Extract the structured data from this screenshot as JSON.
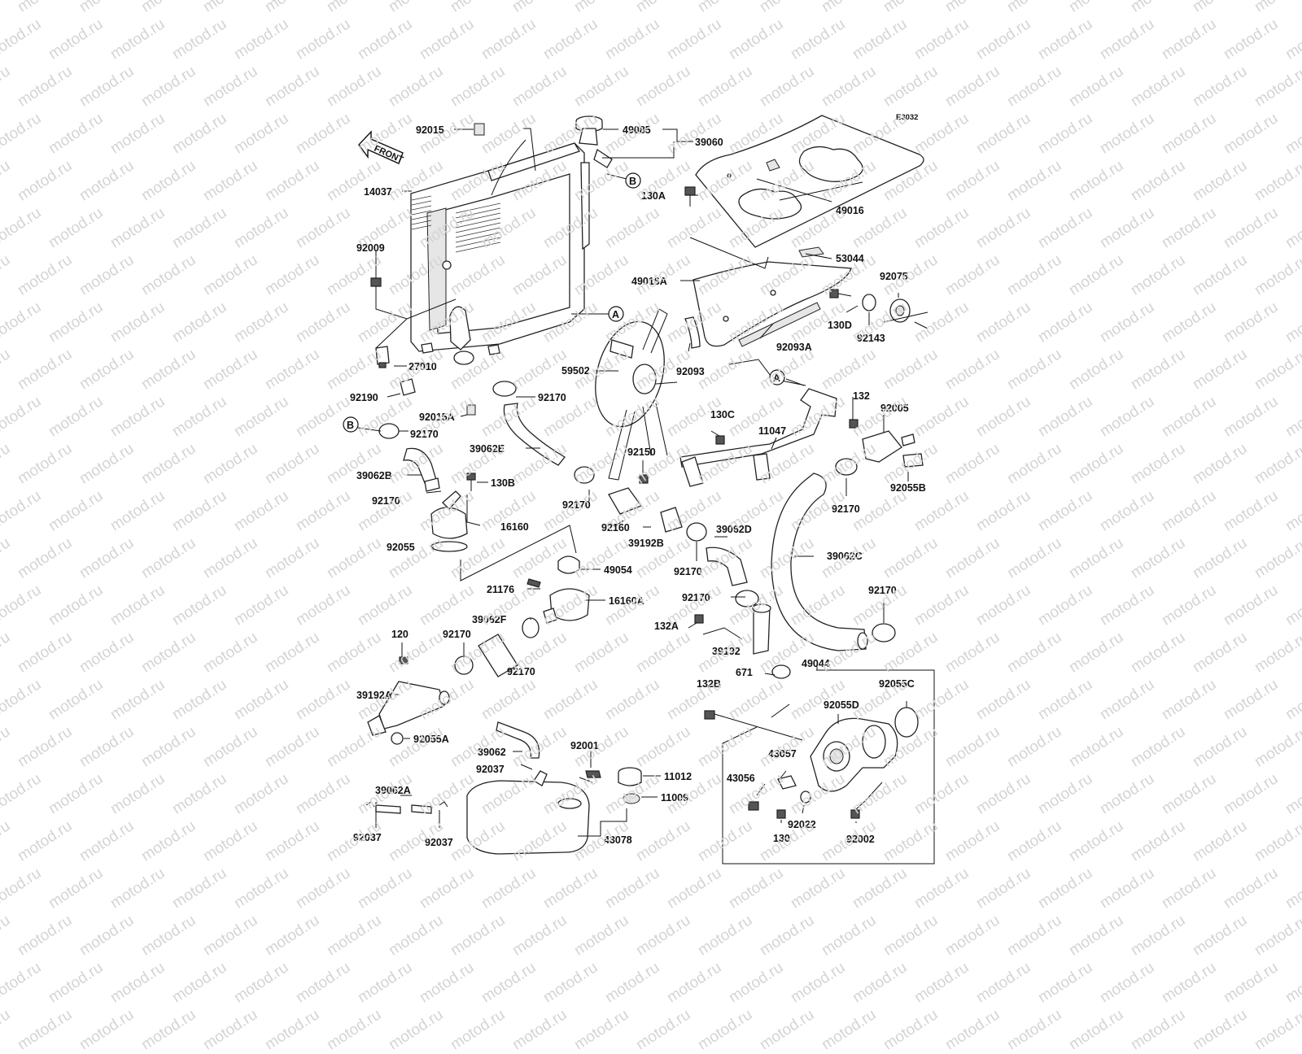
{
  "diagram": {
    "code": "E3032",
    "front_label": "FRONT",
    "watermark": "motod.ru",
    "callouts": [
      {
        "id": "A1",
        "text": "A"
      },
      {
        "id": "A2",
        "text": "A"
      },
      {
        "id": "B1",
        "text": "B"
      },
      {
        "id": "B2",
        "text": "B"
      }
    ],
    "labels": {
      "p92015": "92015",
      "p49085": "49085",
      "p39060": "39060",
      "p14037": "14037",
      "p92009": "92009",
      "p27010": "27010",
      "p92190": "92190",
      "p92015A": "92015A",
      "p92170_a": "92170",
      "p92170_b": "92170",
      "p39062E": "39062E",
      "p39062B": "39062B",
      "p130B": "130B",
      "p92170_c": "92170",
      "p16160": "16160",
      "p92055": "92055",
      "p49054": "49054",
      "p21176": "21176",
      "p16160A": "16160A",
      "p120": "120",
      "p92170_d": "92170",
      "p39062F": "39062F",
      "p92170_e": "92170",
      "p39192A": "39192A",
      "p92055A": "92055A",
      "p39062": "39062",
      "p92037_a": "92037",
      "p92001": "92001",
      "p11012": "11012",
      "p11009": "11009",
      "p39062A": "39062A",
      "p92037_b": "92037",
      "p92037_c": "92037",
      "p43078": "43078",
      "p59502": "59502",
      "p92150": "92150",
      "p92170_f": "92170",
      "p92160": "92160",
      "p39192B": "39192B",
      "p39062D": "39062D",
      "p92170_g": "92170",
      "p92170_h": "92170",
      "p132A": "132A",
      "p39192": "39192",
      "p671": "671",
      "p49044": "49044",
      "p132B": "132B",
      "p92055C": "92055C",
      "p92055D": "92055D",
      "p43057": "43057",
      "p43056": "43056",
      "p92022": "92022",
      "p130": "130",
      "p92002": "92002",
      "p130A": "130A",
      "p49016": "49016",
      "p53044": "53044",
      "p49016A": "49016A",
      "p92075": "92075",
      "p130D": "130D",
      "p92143": "92143",
      "p92093": "92093",
      "p92093A": "92093A",
      "p130C": "130C",
      "p11047": "11047",
      "p132": "132",
      "p92005": "92005",
      "p92170_i": "92170",
      "p92055B": "92055B",
      "p39062C": "39062C",
      "p92170_j": "92170"
    }
  }
}
